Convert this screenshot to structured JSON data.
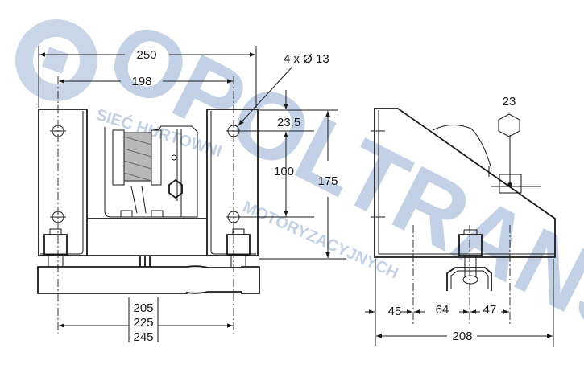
{
  "watermark": {
    "brand": "OPOLTRANS",
    "tagline_1": "SIEĆ HURTOWNI",
    "tagline_2": "MOTORYZACYJNYCH",
    "color": "#9bb4d6"
  },
  "front_view": {
    "width_overall": "250",
    "hole_spacing": "198",
    "holes_note": "4 x Ø 13",
    "hole_offset_top": "23,5",
    "hole_spacing_vertical": "100",
    "height_overall": "175",
    "base_widths": [
      "205",
      "225",
      "245"
    ]
  },
  "side_view": {
    "hex_size": "23",
    "offset_1": "45",
    "offset_2": "64",
    "offset_3": "47",
    "depth_overall": "208"
  }
}
